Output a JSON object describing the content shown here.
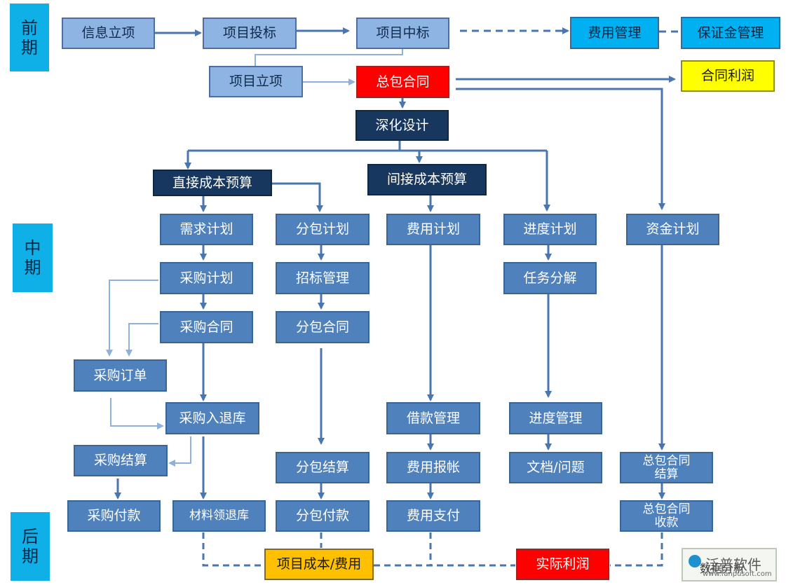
{
  "phases": {
    "early": "前\n期",
    "middle": "中\n期",
    "late": "后\n期"
  },
  "nodes": {
    "info_setup": "信息立项",
    "bidding": "项目投标",
    "winning": "项目中标",
    "expense_mgmt": "费用管理",
    "deposit_mgmt": "保证金管理",
    "project_setup": "项目立项",
    "general_contract": "总包合同",
    "contract_profit": "合同利润",
    "detailed_design": "深化设计",
    "direct_cost_budget": "直接成本预算",
    "indirect_cost_budget": "间接成本预算",
    "demand_plan": "需求计划",
    "subcontract_plan": "分包计划",
    "expense_plan": "费用计划",
    "progress_plan": "进度计划",
    "fund_plan": "资金计划",
    "purchase_plan": "采购计划",
    "tender_mgmt": "招标管理",
    "task_breakdown": "任务分解",
    "purchase_contract": "采购合同",
    "subcontract": "分包合同",
    "purchase_order": "采购订单",
    "purchase_inout": "采购入退库",
    "loan_mgmt": "借款管理",
    "progress_mgmt": "进度管理",
    "purchase_settlement": "采购结算",
    "subcontract_settlement": "分包结算",
    "expense_claim": "费用报帐",
    "docs_issues": "文档/问题",
    "gc_settlement": "总包合同\n结算",
    "purchase_payment": "采购付款",
    "material_issue": "材料领退库",
    "subcontract_payment": "分包付款",
    "expense_payment": "费用支付",
    "gc_collection": "总包合同\n收款",
    "project_cost": "项目成本/费用",
    "actual_profit": "实际利润"
  },
  "watermark": {
    "under_text": "数据分析",
    "brand": "泛普软件",
    "url": "www.fanpusoft.com"
  },
  "colors": {
    "phase": "#0fb0e8",
    "light_box": "#8eb4e3",
    "mid_box": "#4f81bd",
    "dark_box": "#17375e",
    "arrow": "#4a76b0",
    "thin_arrow": "#8fb0d8",
    "highlight_red": "#ff0000",
    "highlight_yellow": "#ffff00",
    "highlight_orange": "#ffc000",
    "highlight_cyan": "#00b0f0"
  }
}
